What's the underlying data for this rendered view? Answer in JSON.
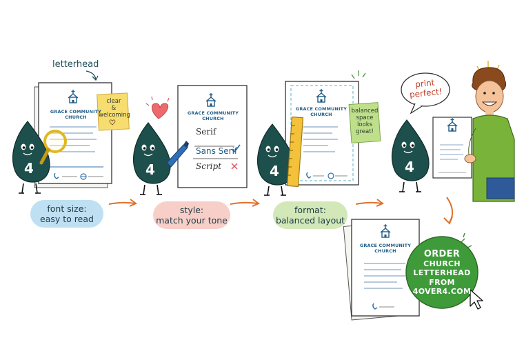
{
  "top_label": "letterhead",
  "church_name_line1": "GRACE COMMUNITY",
  "church_name_line2": "CHURCH",
  "mascot_number": "4",
  "notes": {
    "clear": [
      "clear",
      "&",
      "welcoming"
    ],
    "balanced": [
      "balanced",
      "space",
      "looks",
      "great!"
    ]
  },
  "font_options": [
    "Serif",
    "Sans Serif",
    "Script"
  ],
  "steps": [
    {
      "line1": "font size:",
      "line2": "easy to read",
      "color": "#bfe0f2"
    },
    {
      "line1": "style:",
      "line2": "match your tone",
      "color": "#f8cfc8"
    },
    {
      "line1": "format:",
      "line2": "balanced layout",
      "color": "#d2e8b8"
    }
  ],
  "speech_bubble": [
    "print",
    "perfect!"
  ],
  "cta": [
    "ORDER",
    "CHURCH",
    "LETTERHEAD",
    "FROM",
    "4OVER4.COM"
  ],
  "colors": {
    "mascot": "#1d4f4c",
    "cta_green": "#3f9b3a",
    "arrow_orange": "#e0702a",
    "ink_blue": "#1f5a86"
  }
}
